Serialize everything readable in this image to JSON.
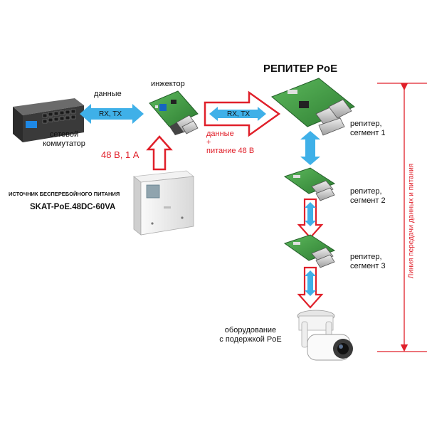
{
  "title": "РЕПИТЕР PoE",
  "labels": {
    "data_left": "данные",
    "rx_tx_left": "RX, TX",
    "injector": "инжектор",
    "rx_tx_right": "RX, TX",
    "switch_line1": "сетевой",
    "switch_line2": "коммутатор",
    "power_label": "48 В, 1 А",
    "data_power_line1": "данные",
    "data_power_line2": "+",
    "data_power_line3": "питание 48 В",
    "ups_caption": "ИСТОЧНИК БЕСПЕРЕБОЙНОГО ПИТАНИЯ",
    "ups_model": "SKAT-PoE.48DC-60VA",
    "rep1_line1": "репитер,",
    "rep1_line2": "сегмент 1",
    "rep2_line1": "репитер,",
    "rep2_line2": "сегмент 2",
    "rep3_line1": "репитер,",
    "rep3_line2": "сегмент 3",
    "device_line1": "оборудование",
    "device_line2": "с подержкой PoE",
    "vertical_line": "Линия передачи данных и питания"
  },
  "colors": {
    "accent_red": "#e0202a",
    "arrow_blue": "#3fb0e8",
    "board_green": "#3f9a4a"
  }
}
